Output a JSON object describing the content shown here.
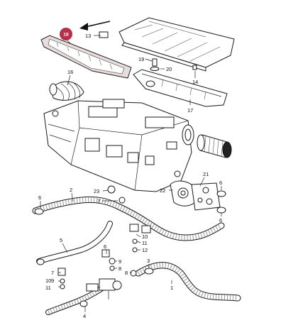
{
  "diagram": {
    "highlight_color": "#b5304a",
    "highlighted_part": "18",
    "callouts": {
      "c18": "18",
      "c13": "13",
      "c16": "16",
      "c19": "19",
      "c20": "20",
      "c14": "14",
      "c17": "17",
      "c21": "21",
      "c22": "22",
      "c23": "23",
      "c7a": "7",
      "c2": "2",
      "c6a": "6",
      "c6b": "6",
      "c6c": "6",
      "c6d": "6",
      "c10a": "10",
      "c11a": "11",
      "c12": "12",
      "c5": "5",
      "c9a": "9",
      "c8a": "8",
      "c7b": "7",
      "c9b": "9",
      "c8b": "8",
      "c10b": "10",
      "c11b": "11",
      "c3": "3",
      "c1": "1",
      "c4": "4"
    }
  }
}
